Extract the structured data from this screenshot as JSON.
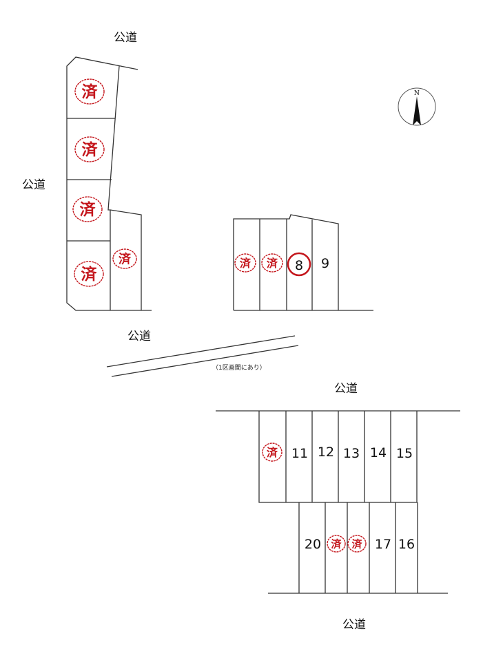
{
  "roads": {
    "north": "公道",
    "west": "公道",
    "middle": "公道",
    "lower_north": "公道",
    "lower_south": "公道"
  },
  "note": "（1区画間にあり）",
  "compass": {
    "label": "N"
  },
  "sold_mark": "済",
  "colors": {
    "accent": "#c4161c",
    "line": "#333333"
  },
  "lots": {
    "available_highlight": "8",
    "lot_9": "9",
    "upper_row": [
      "11",
      "12",
      "13",
      "14",
      "15"
    ],
    "lower_row": [
      "20",
      "17",
      "16"
    ]
  }
}
